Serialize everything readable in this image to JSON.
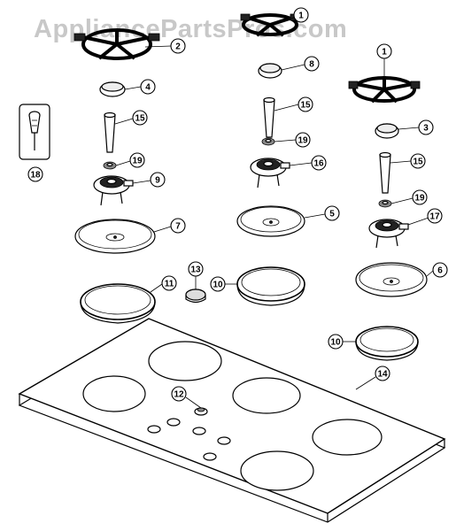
{
  "watermark": "AppliancePartsPros.com",
  "callouts": [
    {
      "id": "c1a",
      "label": "1"
    },
    {
      "id": "c2",
      "label": "2"
    },
    {
      "id": "c1b",
      "label": "1"
    },
    {
      "id": "c4",
      "label": "4"
    },
    {
      "id": "c8",
      "label": "8"
    },
    {
      "id": "c3",
      "label": "3"
    },
    {
      "id": "c15a",
      "label": "15"
    },
    {
      "id": "c15b",
      "label": "15"
    },
    {
      "id": "c15c",
      "label": "15"
    },
    {
      "id": "c19a",
      "label": "19"
    },
    {
      "id": "c19b",
      "label": "19"
    },
    {
      "id": "c19c",
      "label": "19"
    },
    {
      "id": "c9",
      "label": "9"
    },
    {
      "id": "c16",
      "label": "16"
    },
    {
      "id": "c17",
      "label": "17"
    },
    {
      "id": "c18",
      "label": "18"
    },
    {
      "id": "c7",
      "label": "7"
    },
    {
      "id": "c5",
      "label": "5"
    },
    {
      "id": "c6",
      "label": "6"
    },
    {
      "id": "c13",
      "label": "13"
    },
    {
      "id": "c11",
      "label": "11"
    },
    {
      "id": "c10a",
      "label": "10"
    },
    {
      "id": "c10b",
      "label": "10"
    },
    {
      "id": "c12",
      "label": "12"
    },
    {
      "id": "c14",
      "label": "14"
    }
  ]
}
